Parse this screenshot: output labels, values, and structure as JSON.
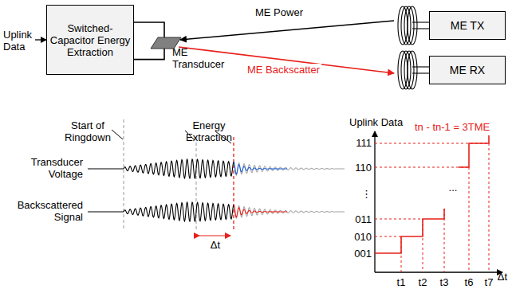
{
  "diagram": {
    "nodes": [
      {
        "text": [
          "Switched-Capacitor Energy Extraction"
        ]
      },
      {
        "text": [
          "ME TX"
        ]
      },
      {
        "text": [
          "ME RX"
        ]
      },
      {
        "text": [
          "ME Transducer"
        ]
      }
    ],
    "edges": [
      {
        "from": 0,
        "to": 3,
        "arrow": "none"
      },
      {
        "from": 1,
        "to": 3,
        "label": "ME Power",
        "arrow": "to"
      },
      {
        "from": 3,
        "to": 2,
        "label": "ME Backscatter",
        "arrow": "to"
      }
    ],
    "labels": [
      "Uplink Data",
      "Start of Ringdown",
      "Energy Extraction",
      "Transducer Voltage",
      "Backscattered Signal",
      "Δt",
      "Uplink Data",
      "tn - tn-1 = 3TME",
      "111",
      "110",
      "⋮",
      "011",
      "010",
      "001",
      "t1",
      "t2",
      "t3",
      "...",
      "t6",
      "t7",
      "Δt"
    ]
  }
}
